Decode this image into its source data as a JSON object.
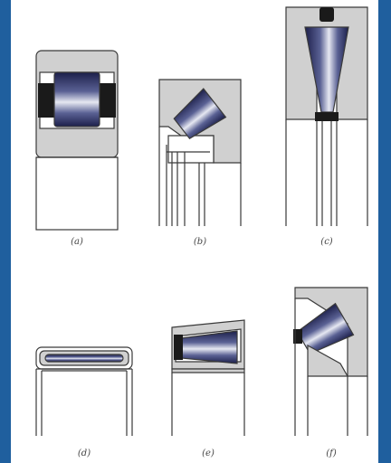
{
  "colors": {
    "background": "#1f5f9e",
    "paper": "#ffffff",
    "line": "#3a3a3a",
    "race_fill": "#d0d0d0",
    "roller_dark": "#1c1f4a",
    "roller_mid": "#5a6194",
    "roller_light": "#e6e8f2",
    "separator": "#1a1a1a"
  },
  "figures": [
    {
      "id": "a",
      "caption": "(a)",
      "bearing": "cylindrical-roller-bearing"
    },
    {
      "id": "b",
      "caption": "(b)",
      "bearing": "angular-roller-bearing"
    },
    {
      "id": "c",
      "caption": "(c)",
      "bearing": "tapered-thrust-roller-bearing"
    },
    {
      "id": "d",
      "caption": "(d)",
      "bearing": "needle-roller-bearing"
    },
    {
      "id": "e",
      "caption": "(e)",
      "bearing": "tapered-roller-bearing"
    },
    {
      "id": "f",
      "caption": "(f)",
      "bearing": "steep-angle-tapered-roller-bearing"
    }
  ]
}
